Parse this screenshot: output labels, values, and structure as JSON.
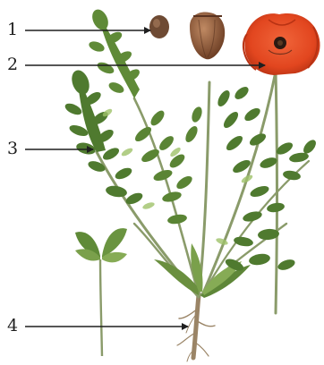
{
  "callouts": [
    {
      "number": "1",
      "target": "seed-and-seed-capsule"
    },
    {
      "number": "2",
      "target": "flower"
    },
    {
      "number": "3",
      "target": "leaf"
    },
    {
      "number": "4",
      "target": "root"
    }
  ],
  "colors": {
    "leaf_dark": "#4f7a2f",
    "leaf_light": "#9fc26a",
    "stem": "#8a9b6a",
    "petal": "#e2461f",
    "petal_shade": "#b83213",
    "capsule": "#8b5a3b",
    "seed": "#6e4a33",
    "root": "#9a8466",
    "pointer": "#1f1f1f"
  }
}
